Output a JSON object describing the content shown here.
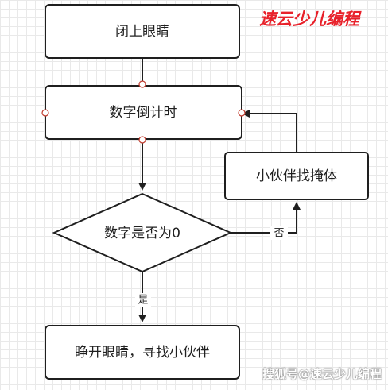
{
  "diagram": {
    "nodes": {
      "close_eyes": "闭上眼睛",
      "countdown": "数字倒计时",
      "decision": "数字是否为0",
      "hide": "小伙伴找掩体",
      "open_eyes": "睁开眼睛，寻找小伙伴"
    },
    "edges": {
      "no": "否",
      "yes": "是"
    }
  },
  "branding": {
    "logo_text": "速云少儿编程",
    "watermark": "搜狐号@速云少儿编程"
  },
  "colors": {
    "node_fill": "#ffffff",
    "node_stroke": "#1f1f1f",
    "connector_dot_stroke": "#c0392b",
    "brand_red": "#e8212a"
  }
}
